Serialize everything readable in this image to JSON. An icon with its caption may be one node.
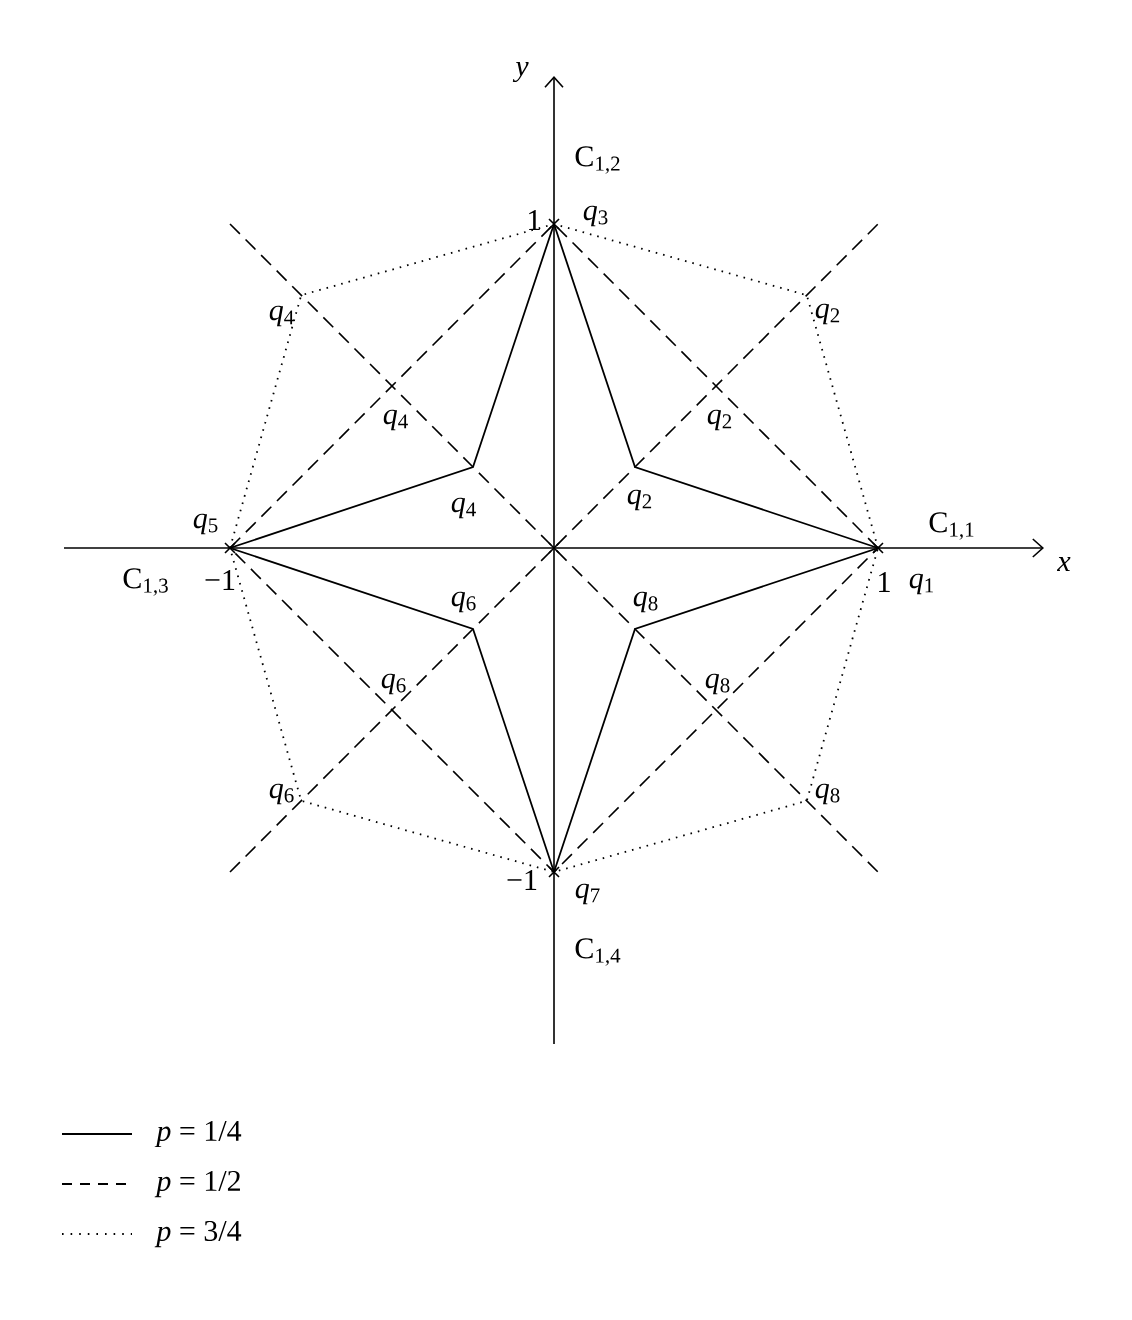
{
  "diagram": {
    "labels": [
      "*y*",
      "C$_{1,2}$",
      "1",
      "*q*$_{3}$",
      "*q*$_{4}$",
      "*q*$_{2}$",
      "*q*$_{4}$",
      "*q*$_{2}$",
      "*q*$_{4}$",
      "*q*$_{2}$",
      "*q*$_{5}$",
      "C$_{1,1}$",
      "*x*",
      "C$_{1,3}$",
      "−1",
      "1",
      "*q*$_{1}$",
      "*q*$_{6}$",
      "*q*$_{8}$",
      "*q*$_{6}$",
      "*q*$_{8}$",
      "*q*$_{6}$",
      "*q*$_{8}$",
      "−1",
      "*q*$_{7}$",
      "C$_{1,4}$"
    ],
    "legend": [
      {
        "text": "*p* = 1/4"
      },
      {
        "text": "*p* = 1/2"
      },
      {
        "text": "*p* = 3/4"
      }
    ]
  }
}
